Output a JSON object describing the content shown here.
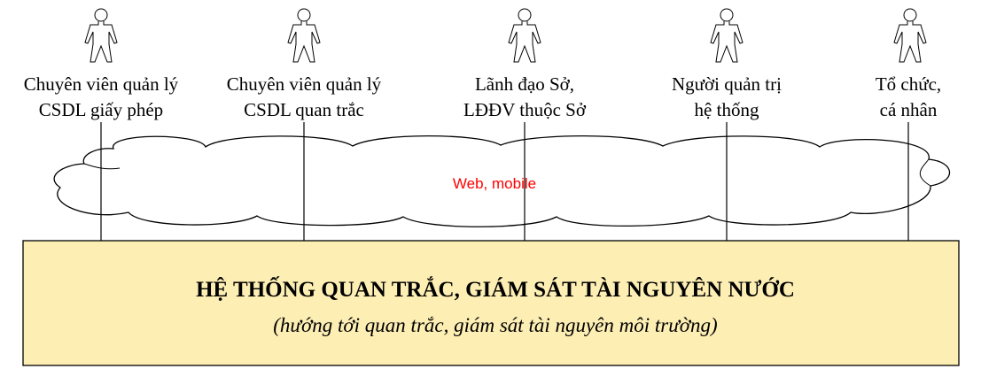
{
  "colors": {
    "system_fill": "#FDEEB4",
    "system_stroke": "#000000",
    "cloud_fill": "#FFFFFF",
    "cloud_text": "#FF0000",
    "line": "#000000"
  },
  "actors": [
    {
      "icon": "person-icon",
      "line1": "Chuyên viên quản lý",
      "line2": "CSDL giấy phép"
    },
    {
      "icon": "person-icon",
      "line1": "Chuyên viên quản lý",
      "line2": "CSDL quan trắc"
    },
    {
      "icon": "person-icon",
      "line1": "Lãnh đạo Sở,",
      "line2": "LĐĐV thuộc Sở"
    },
    {
      "icon": "person-icon",
      "line1": "Người quản trị",
      "line2": "hệ thống"
    },
    {
      "icon": "person-icon",
      "line1": "Tổ chức,",
      "line2": "cá nhân"
    }
  ],
  "cloud": {
    "label": "Web, mobile",
    "icon": "cloud-shape"
  },
  "system": {
    "title": "HỆ THỐNG QUAN TRẮC, GIÁM SÁT TÀI NGUYÊN NƯỚC",
    "subtitle": "(hướng tới quan trắc, giám sát tài nguyên môi trường)"
  }
}
